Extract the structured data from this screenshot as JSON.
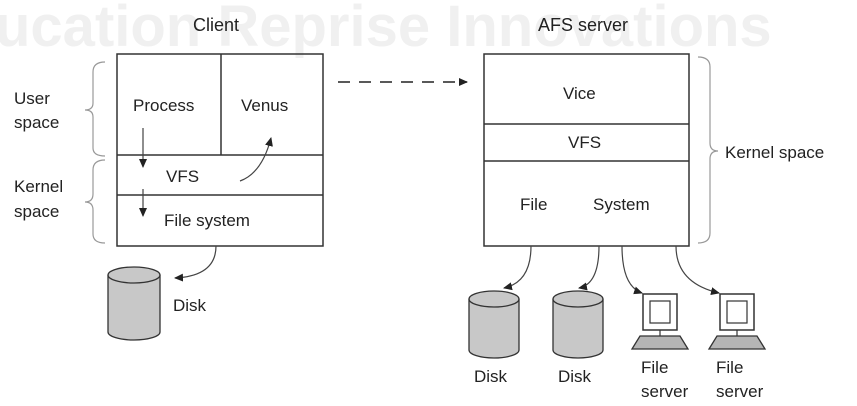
{
  "watermark": "ucation Reprise Innovations",
  "client": {
    "title": "Client",
    "user_space_label_1": "User",
    "user_space_label_2": "space",
    "kernel_space_label_1": "Kernel",
    "kernel_space_label_2": "space",
    "process": "Process",
    "venus": "Venus",
    "vfs": "VFS",
    "file_system": "File system",
    "disk": "Disk"
  },
  "server": {
    "title": "AFS server",
    "vice": "Vice",
    "vfs": "VFS",
    "file": "File",
    "system": "System",
    "kernel_space_label": "Kernel space",
    "disks": [
      "Disk",
      "Disk"
    ],
    "file_servers": [
      {
        "line1": "File",
        "line2": "server"
      },
      {
        "line1": "File",
        "line2": "server"
      }
    ]
  },
  "colors": {
    "line": "#333333",
    "device_fill": "#c8c8c8",
    "watermark": "#f0f0f0"
  }
}
